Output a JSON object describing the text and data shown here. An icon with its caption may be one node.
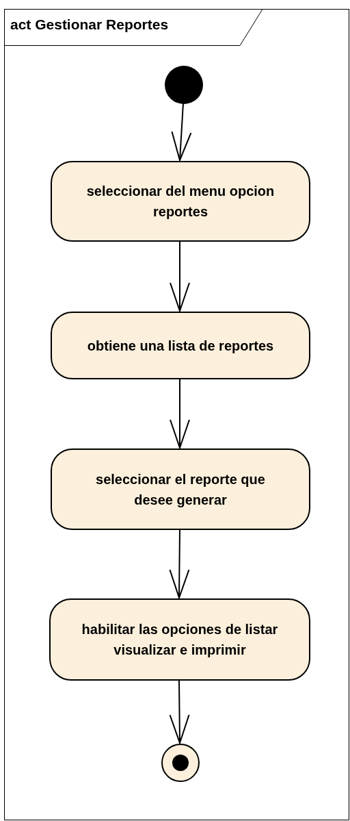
{
  "diagram": {
    "nodes": [
      {
        "text": [
          "act Gestionar Reportes"
        ]
      },
      {
        "text": [],
        "shape": "circle",
        "in": 0
      },
      {
        "text": [
          "seleccionar del menu opcion reportes"
        ],
        "in": 0
      },
      {
        "text": [
          "obtiene una lista de reportes"
        ],
        "in": 0
      },
      {
        "text": [
          "seleccionar el reporte que desee generar"
        ],
        "in": 0
      },
      {
        "text": [
          "habilitar las opciones de listar visualizar e imprimir"
        ],
        "in": 0
      },
      {
        "text": [],
        "shape": "circle",
        "in": 0
      }
    ],
    "edges": [
      {
        "from": 1,
        "to": 2,
        "arrow": "to"
      },
      {
        "from": 2,
        "to": 3,
        "arrow": "to"
      },
      {
        "from": 3,
        "to": 4,
        "arrow": "to"
      },
      {
        "from": 4,
        "to": 5,
        "arrow": "to"
      },
      {
        "from": 5,
        "to": 6,
        "arrow": "to"
      }
    ]
  }
}
